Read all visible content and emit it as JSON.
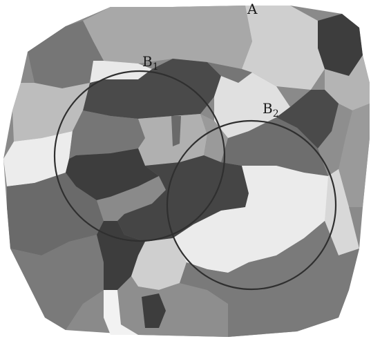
{
  "labels": {
    "a": "A",
    "b1": "B",
    "b1_sub": "1",
    "b2": "B",
    "b2_sub": "2"
  },
  "colors": {
    "background": "#ffffff",
    "dark": "#4a4a4a",
    "darker": "#3d3d3d",
    "mid": "#6e6e6e",
    "midlight": "#8e8e8e",
    "light": "#b4b4b4",
    "lighter": "#cfcfcf",
    "pale": "#e9e9e9",
    "circle_stroke": "#2f2f2f"
  }
}
